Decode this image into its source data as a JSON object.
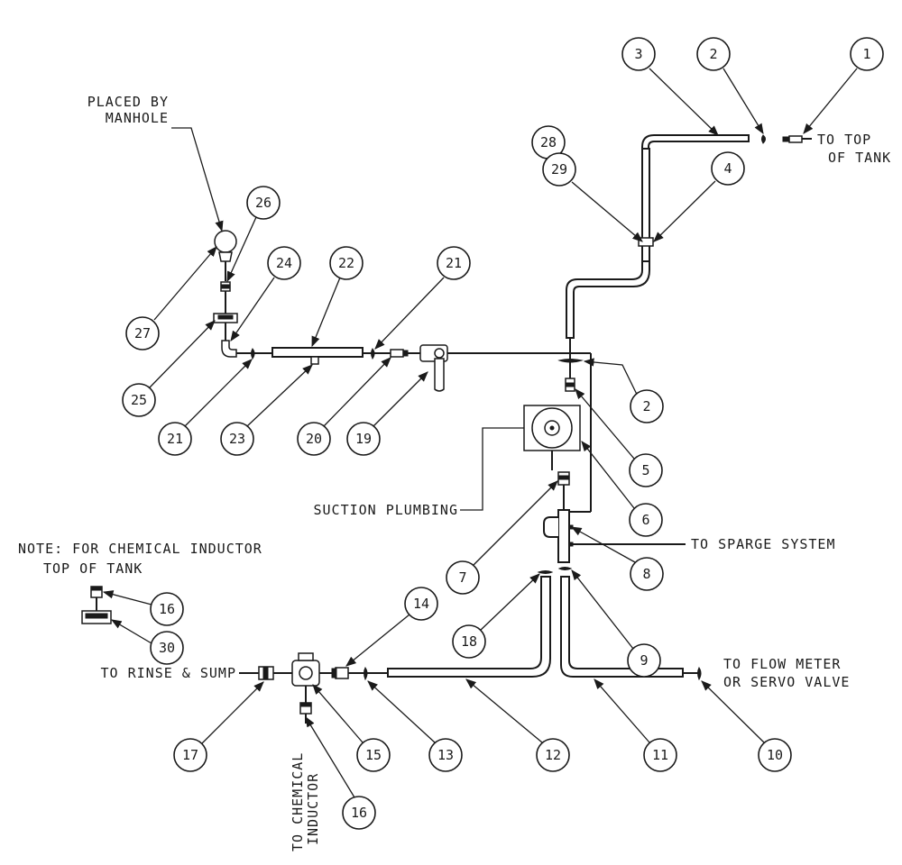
{
  "labels": {
    "placed_by_1": "PLACED BY",
    "placed_by_2": "MANHOLE",
    "to_top_1": "TO TOP",
    "to_top_2": "OF TANK",
    "suction": "SUCTION PLUMBING",
    "sparge": "TO SPARGE SYSTEM",
    "note_1": "NOTE: FOR CHEMICAL INDUCTOR",
    "note_2": "TOP OF TANK",
    "rinse": "TO RINSE & SUMP",
    "flow_1": "TO FLOW METER",
    "flow_2": "OR SERVO VALVE",
    "chem_1": "TO CHEMICAL",
    "chem_2": "INDUCTOR"
  },
  "balloons": {
    "b1": "1",
    "b2a": "2",
    "b3": "3",
    "b28": "28",
    "b29": "29",
    "b4": "4",
    "b26": "26",
    "b24": "24",
    "b22": "22",
    "b21a": "21",
    "b27": "27",
    "b25": "25",
    "b21b": "21",
    "b23": "23",
    "b20": "20",
    "b19": "19",
    "b2b": "2",
    "b5": "5",
    "b6": "6",
    "b7": "7",
    "b8": "8",
    "b18": "18",
    "b9": "9",
    "b16a": "16",
    "b30": "30",
    "b14": "14",
    "b17": "17",
    "b15": "15",
    "b13": "13",
    "b12": "12",
    "b11": "11",
    "b10": "10",
    "b16b": "16"
  }
}
